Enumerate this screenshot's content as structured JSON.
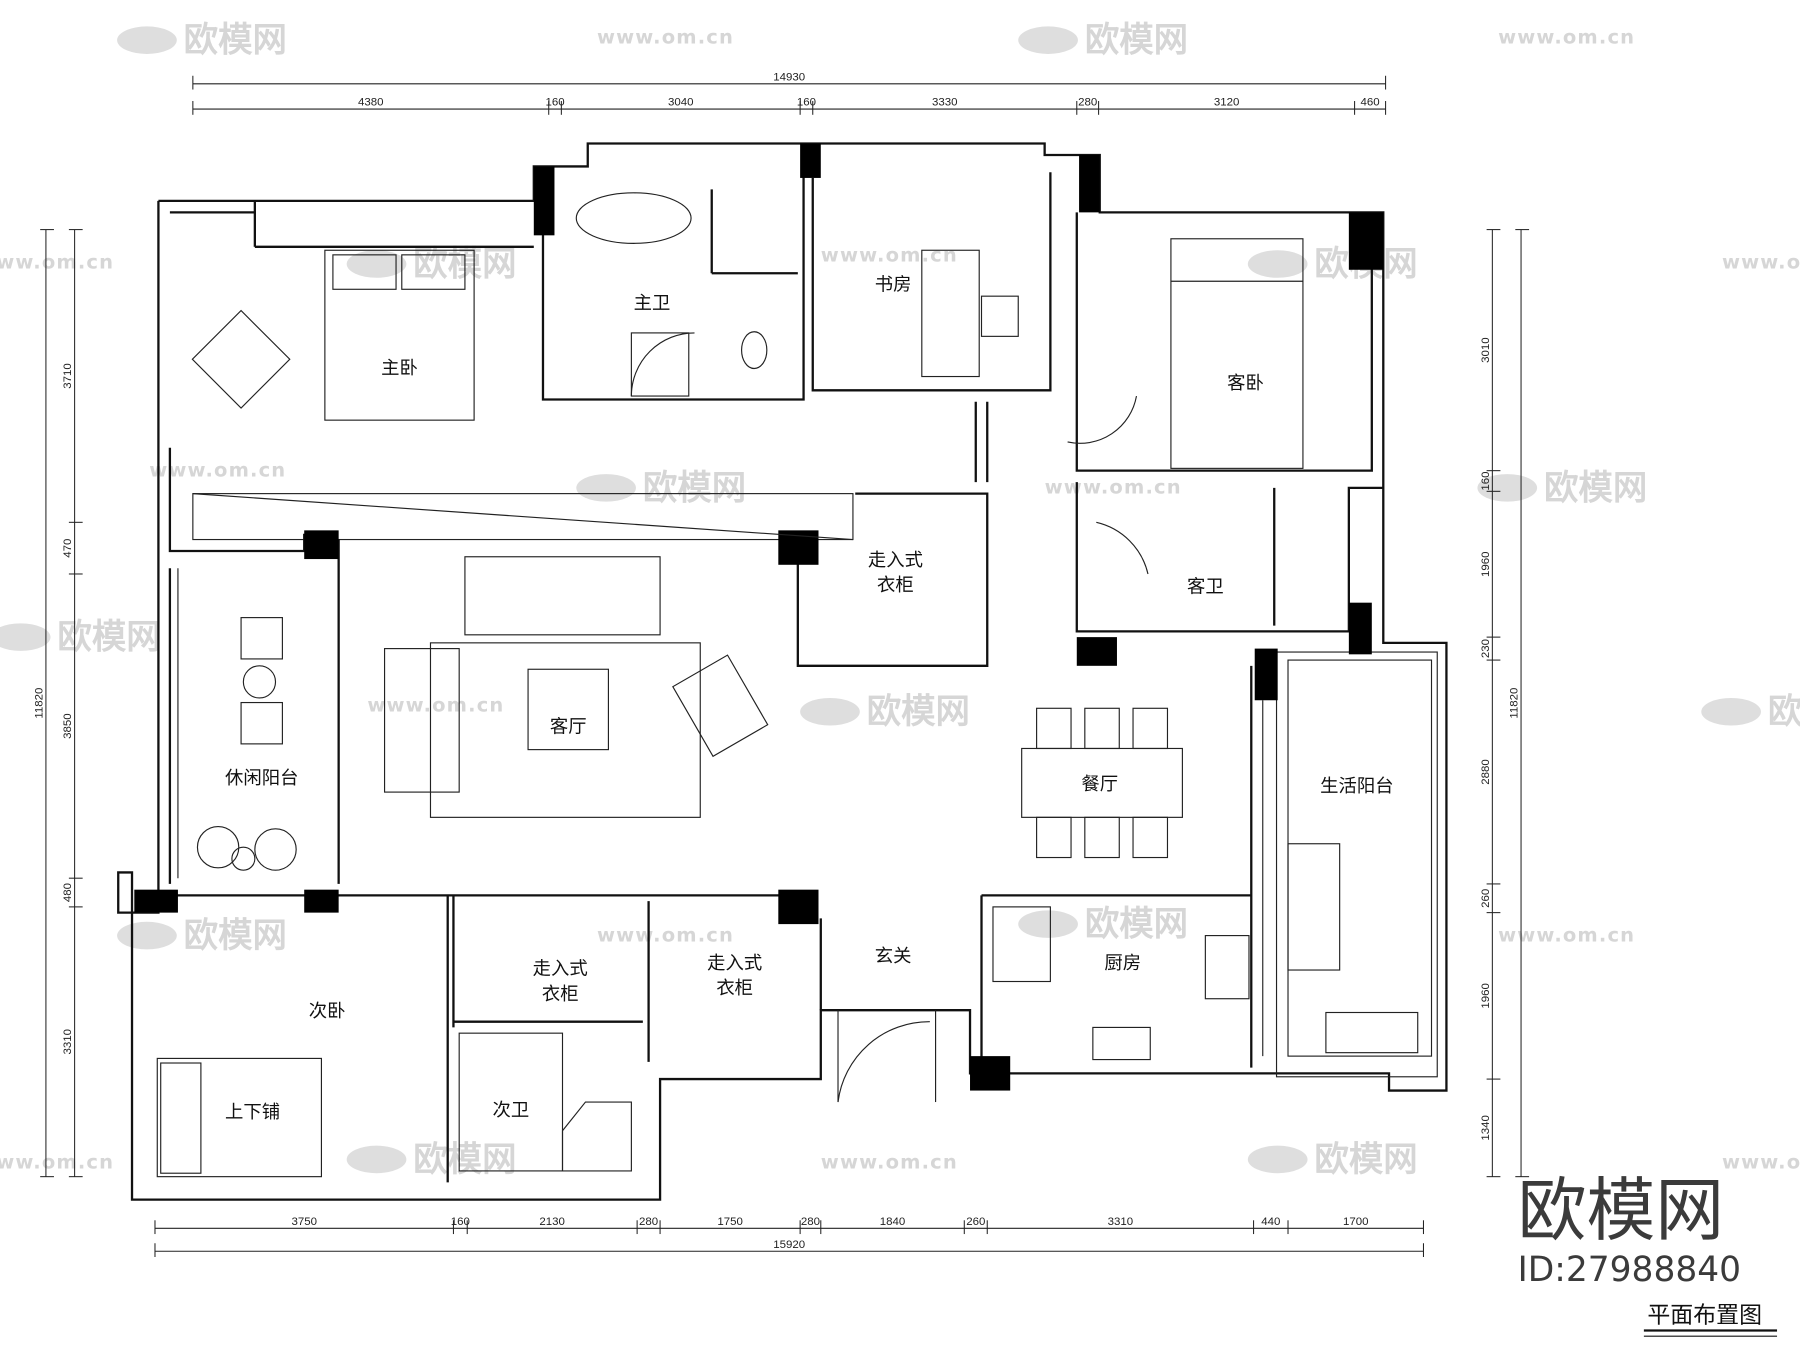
{
  "drawing": {
    "title": "平面布置图",
    "rooms": [
      "主卧",
      "主卫",
      "书房",
      "客卧",
      "走入式\n衣柜",
      "客卫",
      "客厅",
      "餐厅",
      "休闲阳台",
      "生活阳台",
      "次卧",
      "走入式\n衣柜",
      "走入式\n衣柜",
      "玄关",
      "厨房",
      "上下铺",
      "次卫"
    ],
    "dimensions": {
      "top_total": "14930",
      "top": [
        "4380",
        "160",
        "3040",
        "160",
        "3330",
        "280",
        "3120",
        "460"
      ],
      "bottom_total": "15920",
      "bottom": [
        "3750",
        "160",
        "2130",
        "280",
        "1750",
        "280",
        "1840",
        "260",
        "3310",
        "440",
        "1700"
      ],
      "left_total": "11820",
      "left": [
        "3710",
        "470",
        "3850",
        "480",
        "3310"
      ],
      "right_total": "11820",
      "right": [
        "3010",
        "160",
        "1960",
        "230",
        "2880",
        "260",
        "1960",
        "1340"
      ]
    }
  },
  "watermark": {
    "brand": "欧模网",
    "site": "www.om.cn"
  },
  "logo": {
    "brand": "欧模网",
    "id": "ID:27988840"
  },
  "colors": {
    "line": "#111111",
    "watermark": "#d6d6d6",
    "logo": "#3b3b3b"
  }
}
